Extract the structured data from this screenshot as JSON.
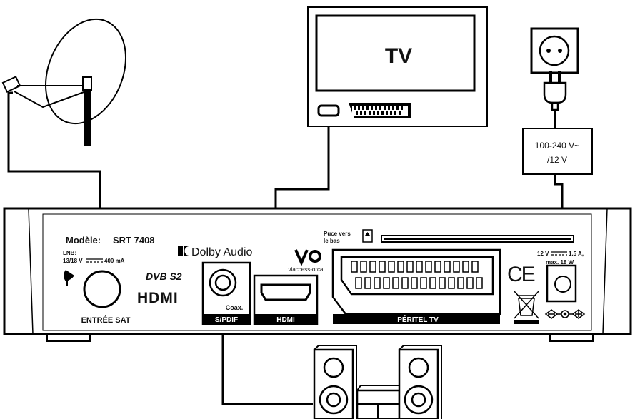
{
  "tv": {
    "label": "TV"
  },
  "power_adapter": {
    "line1": "100-240 V~",
    "line2": "/12 V"
  },
  "receiver": {
    "model_label": "Modèle:",
    "model_value": "SRT 7408",
    "lnb_line1": "LNB:",
    "lnb_line2_a": "13/18 V",
    "lnb_line2_b": "400 mA",
    "sat_input_label": "ENTRÉE SAT",
    "dolby_text": "Dolby Audio",
    "dvb_text": "DVB S2",
    "hdmi_logo": "HDMI",
    "coax_label": "Coax.",
    "spdif_label": "S/PDIF",
    "hdmi_port_label": "HDMI",
    "viaccess_text": "viaccess-orca",
    "card_line1": "Puce vers",
    "card_line2": "le bas",
    "scart_label": "PÉRITEL TV",
    "power_line1": "12 V",
    "power_line1_b": "1.5 A,",
    "power_line2": "max. 18 W",
    "ce_mark": "CE"
  }
}
